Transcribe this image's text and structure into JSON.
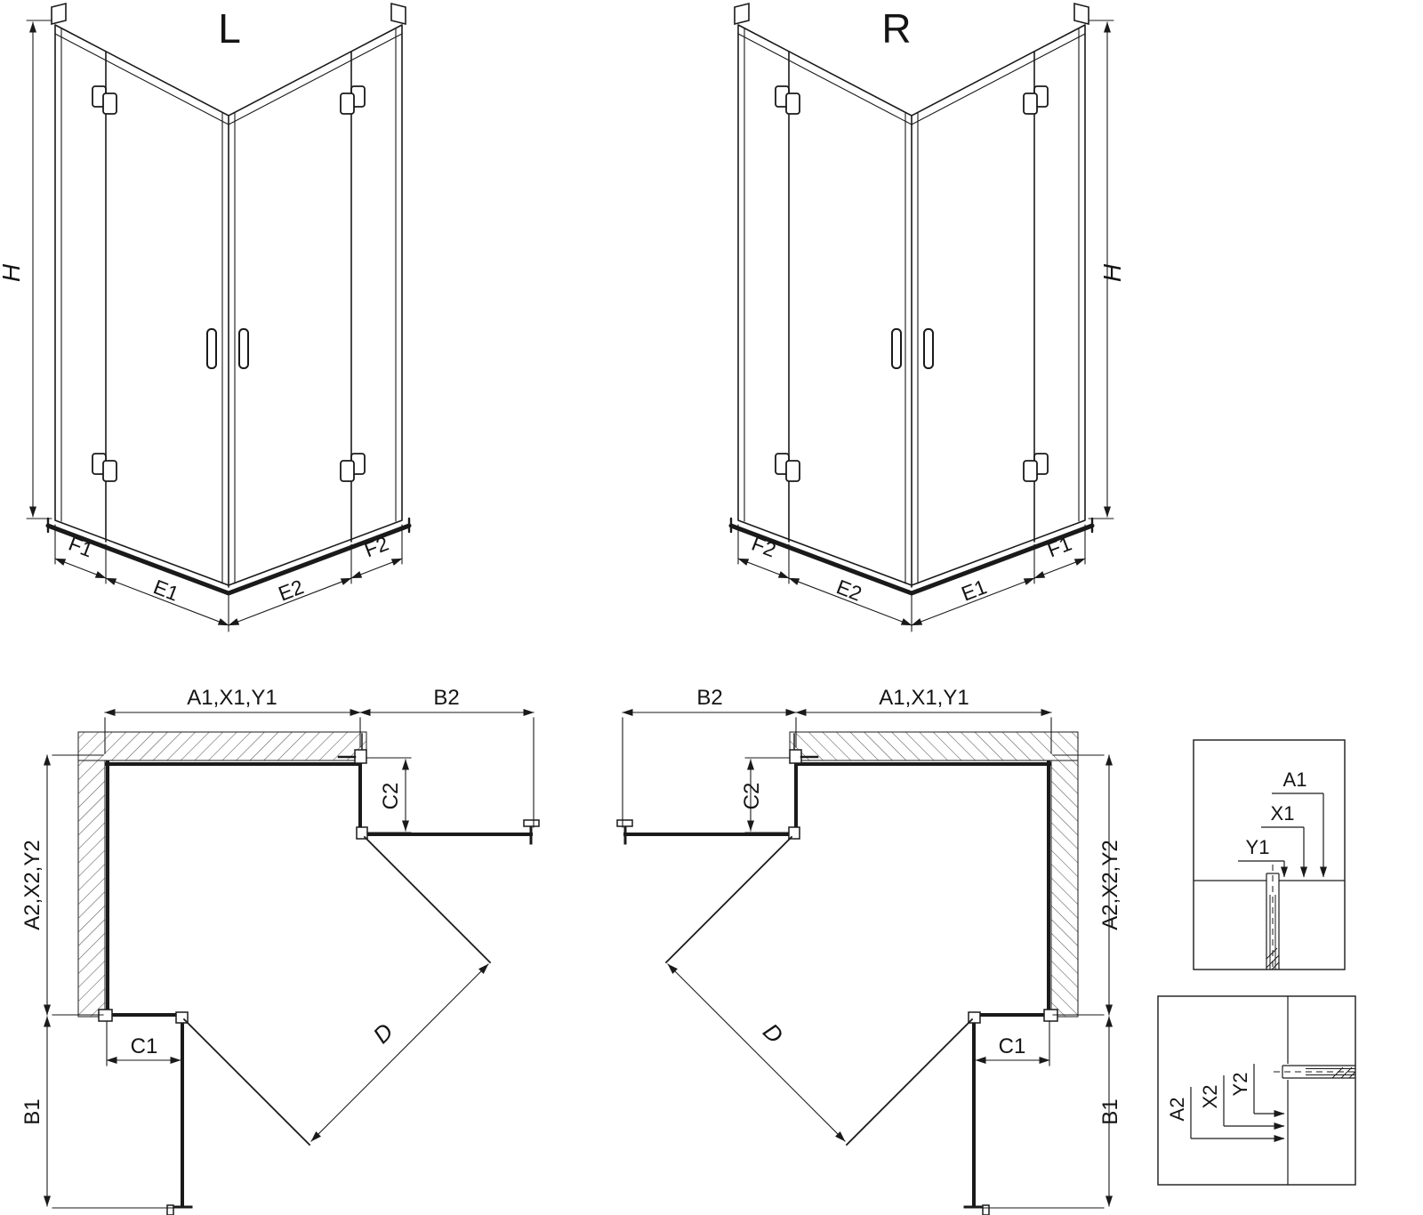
{
  "drawing": {
    "background": "#ffffff",
    "line_color": "#1a1a1a",
    "iso_left": {
      "view_label": "L",
      "h": "H",
      "f1": "F1",
      "e1": "E1",
      "e2": "E2",
      "f2": "F2"
    },
    "iso_right": {
      "view_label": "R",
      "h": "H",
      "f1": "F1",
      "e1": "E1",
      "e2": "E2",
      "f2": "F2"
    },
    "plan_left": {
      "a1": "A1,X1,Y1",
      "b2": "B2",
      "c2": "C2",
      "a2": "A2,X2,Y2",
      "c1": "C1",
      "b1": "B1",
      "d": "D"
    },
    "plan_right": {
      "a1": "A1,X1,Y1",
      "b2": "B2",
      "c2": "C2",
      "a2": "A2,X2,Y2",
      "c1": "C1",
      "b1": "B1",
      "d": "D"
    },
    "detail_top": {
      "a1": "A1",
      "x1": "X1",
      "y1": "Y1"
    },
    "detail_bottom": {
      "a2": "A2",
      "x2": "X2",
      "y2": "Y2"
    }
  }
}
